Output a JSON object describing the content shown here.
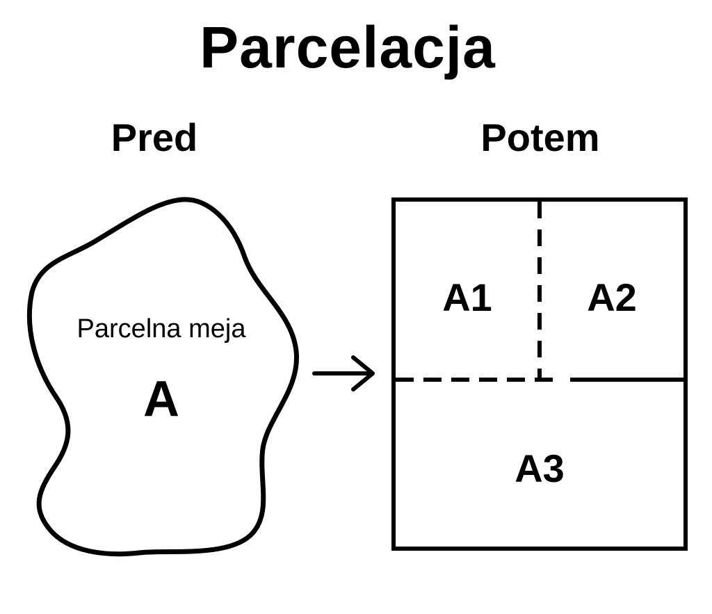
{
  "title": "Parcelacja",
  "before": {
    "heading": "Pred",
    "parcel_name": "Parcelna meja",
    "parcel_label": "A"
  },
  "after": {
    "heading": "Potem",
    "subparcels": [
      "A1",
      "A2",
      "A3"
    ]
  },
  "arrow_icon": "right-arrow-icon"
}
